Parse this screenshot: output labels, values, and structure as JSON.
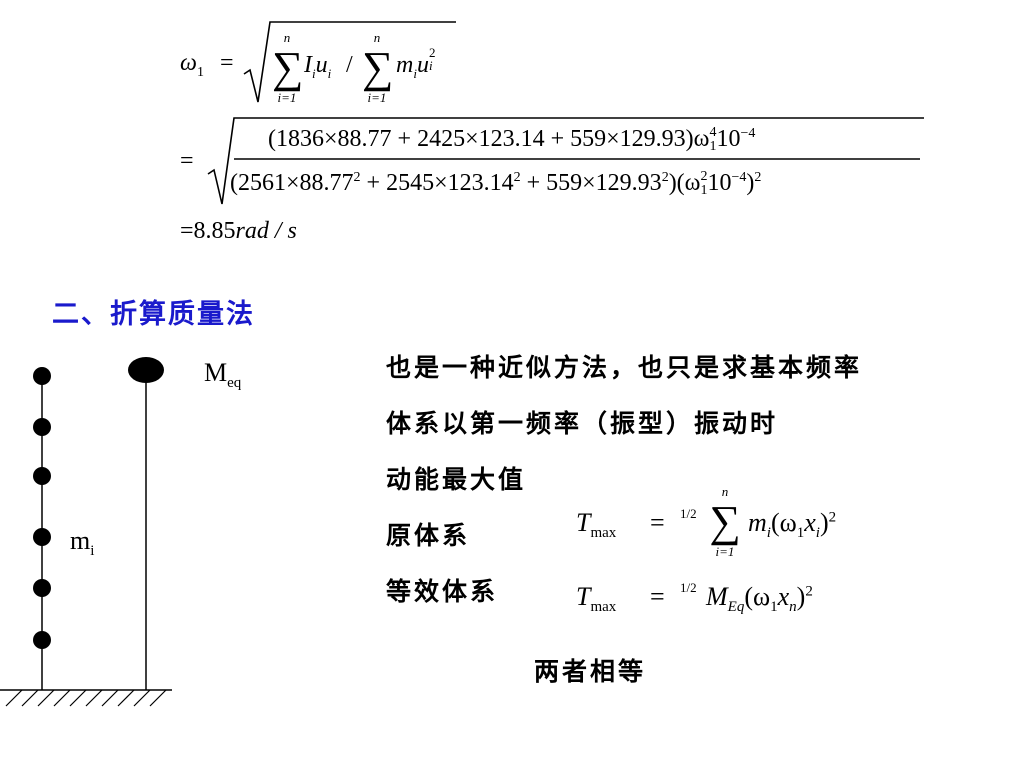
{
  "colors": {
    "heading": "#1a1acc",
    "text": "#000000"
  },
  "formula1": {
    "lhs": "ω",
    "lhs_sub": "1",
    "line1": {
      "eq": "=",
      "sum1_top": "n",
      "sum1_bottom": "i=1",
      "term1": "I",
      "term1_sub": "i",
      "term2": "u",
      "term2_sub": "i",
      "slash": "/",
      "sum2_top": "n",
      "sum2_bottom": "i=1",
      "term3": "m",
      "term3_sub": "i",
      "term4": "u",
      "term4_sup": "2",
      "term4_sub": "i"
    },
    "line2": {
      "eq": "=",
      "numerator": "(1836×88.77 + 2425×123.14 + 559×129.93)ω",
      "num_omega_sup": "4",
      "num_omega_sub": "1",
      "num_tail": "10",
      "num_tail_sup": "−4",
      "den_a": "(2561×88.77",
      "den_a_sup": "2",
      "den_b": " + 2545×123.14",
      "den_b_sup": "2",
      "den_c": " + 559×129.93",
      "den_c_sup": "2",
      "den_d": ")(ω",
      "den_d_sup": "2",
      "den_d_sub": "1",
      "den_e": "10",
      "den_e_sup": "−4",
      "den_f": ")",
      "den_f_sup": "2"
    },
    "line3": {
      "eq": "=",
      "value": "8.85",
      "unit": "rad / s"
    }
  },
  "section_heading": "二、折算质量法",
  "diagram": {
    "label_m": "m",
    "label_m_sub": "i",
    "label_M": "M",
    "label_M_sub": "eq"
  },
  "description": {
    "line1": "也是一种近似方法，也只是求基本频率",
    "line2": "体系以第一频率（振型）振动时",
    "line3": "动能最大值",
    "line4": "原体系",
    "line5": "等效体系",
    "conclusion": "两者相等"
  },
  "eq_original": {
    "T": "T",
    "T_sub": "max",
    "eq": "=",
    "half": "1/2",
    "sum_top": "n",
    "sum_bottom": "i=1",
    "m": "m",
    "m_sub": "i",
    "open": "(ω",
    "omega_sub": "1",
    "x": "x",
    "x_sub": "i",
    "close": ")",
    "close_sup": "2"
  },
  "eq_equivalent": {
    "T": "T",
    "T_sub": "max",
    "eq": "=",
    "half": "1/2",
    "M": "M",
    "M_sub": "Eq",
    "open": "(ω",
    "omega_sub": "1",
    "x": "x",
    "x_sub": "n",
    "close": ")",
    "close_sup": "2"
  }
}
